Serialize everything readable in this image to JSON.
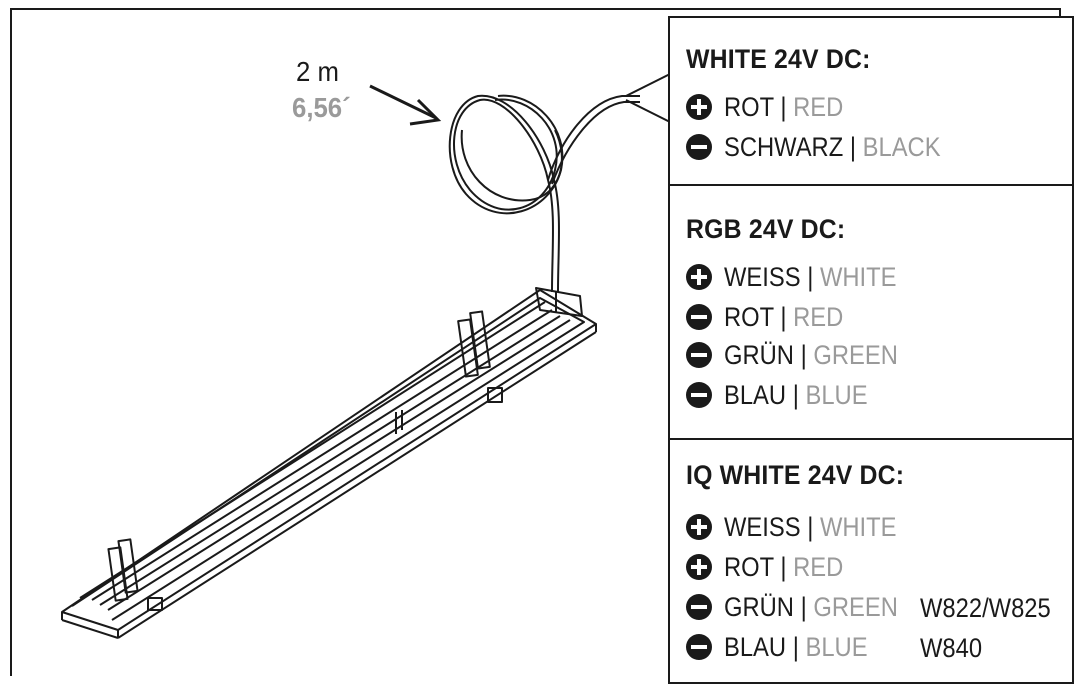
{
  "length": {
    "meters": "2 m",
    "feet": "6,56´"
  },
  "sections": [
    {
      "title": "WHITE 24V DC:",
      "rows": [
        {
          "sign": "plus",
          "de": "ROT",
          "en": "RED"
        },
        {
          "sign": "minus",
          "de": "SCHWARZ",
          "en": "BLACK"
        }
      ]
    },
    {
      "title": "RGB 24V DC:",
      "rows": [
        {
          "sign": "plus",
          "de": "WEISS",
          "en": "WHITE"
        },
        {
          "sign": "minus",
          "de": "ROT",
          "en": "RED"
        },
        {
          "sign": "minus",
          "de": "GRÜN",
          "en": "GREEN"
        },
        {
          "sign": "minus",
          "de": "BLAU",
          "en": "BLUE"
        }
      ]
    },
    {
      "title": "IQ WHITE 24V DC:",
      "rows": [
        {
          "sign": "plus",
          "de": "WEISS",
          "en": "WHITE"
        },
        {
          "sign": "plus",
          "de": "ROT",
          "en": "RED"
        },
        {
          "sign": "minus",
          "de": "GRÜN",
          "en": "GREEN",
          "note": "W822/W825"
        },
        {
          "sign": "minus",
          "de": "BLAU",
          "en": "BLUE",
          "note": "W840"
        }
      ]
    }
  ],
  "separator": "|"
}
